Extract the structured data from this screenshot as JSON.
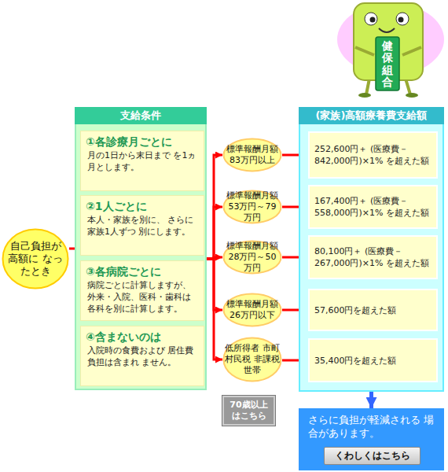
{
  "diagram": {
    "nodes": [
      {
        "text": [
          "自己負担が 高額に なったとき"
        ]
      },
      {
        "text": [
          "支給条件"
        ]
      },
      {
        "text": [
          "①各診療月ごとに",
          "月の1日から末日まで を1ヵ月とします。"
        ],
        "in": 1
      },
      {
        "text": [
          "②1人ごとに",
          "本人・家族を別に、 さらに家族1人ずつ 別にします。"
        ],
        "in": 1
      },
      {
        "text": [
          "③各病院ごとに",
          "病院ごとに計算しますが、 外来・入院、医科・歯科は 各科を別に計算します。"
        ],
        "in": 1
      },
      {
        "text": [
          "④含まないのは",
          "入院時の食費および 居住費負担は含まれ ません。"
        ],
        "in": 1
      },
      {
        "text": [
          "標準報酬月額 83万円以上"
        ]
      },
      {
        "text": [
          "標準報酬月額 53万円～79万円"
        ]
      },
      {
        "text": [
          "標準報酬月額 28万円～50万円"
        ]
      },
      {
        "text": [
          "標準報酬月額 26万円以下"
        ]
      },
      {
        "text": [
          "低所得者 市町村民税 非課税世帯"
        ]
      },
      {
        "text": [
          "(家族)高額療養費支給額"
        ]
      },
      {
        "text": [
          "252,600円＋ (医療費－842,000円)×1% を超えた額"
        ],
        "in": 11
      },
      {
        "text": [
          "167,400円＋ (医療費－558,000円)×1% を超えた額"
        ],
        "in": 11
      },
      {
        "text": [
          "80,100円＋ (医療費－267,000円)×1% を超えた額"
        ],
        "in": 11
      },
      {
        "text": [
          "57,600円を超えた額"
        ],
        "in": 11
      },
      {
        "text": [
          "35,400円を超えた額"
        ],
        "in": 11
      },
      {
        "text": [
          "さらに負担が軽減される 場合があります。"
        ]
      },
      {
        "text": [
          "くわしくはこちら"
        ],
        "in": 17
      },
      {
        "text": [
          "70歳以上 はこちら"
        ]
      }
    ],
    "edges": [
      {
        "from": 0,
        "to": 1,
        "arrow": "none"
      },
      {
        "from": 1,
        "to": 6,
        "arrow": "to"
      },
      {
        "from": 1,
        "to": 7,
        "arrow": "to"
      },
      {
        "from": 1,
        "to": 8,
        "arrow": "to"
      },
      {
        "from": 1,
        "to": 9,
        "arrow": "to"
      },
      {
        "from": 1,
        "to": 10,
        "arrow": "to"
      },
      {
        "from": 6,
        "to": 12,
        "arrow": "to"
      },
      {
        "from": 7,
        "to": 13,
        "arrow": "to"
      },
      {
        "from": 8,
        "to": 14,
        "arrow": "to"
      },
      {
        "from": 9,
        "to": 15,
        "arrow": "to"
      },
      {
        "from": 10,
        "to": 16,
        "arrow": "to"
      },
      {
        "from": 11,
        "to": 17,
        "arrow": "to"
      }
    ],
    "labels": [
      "健保組合"
    ]
  }
}
